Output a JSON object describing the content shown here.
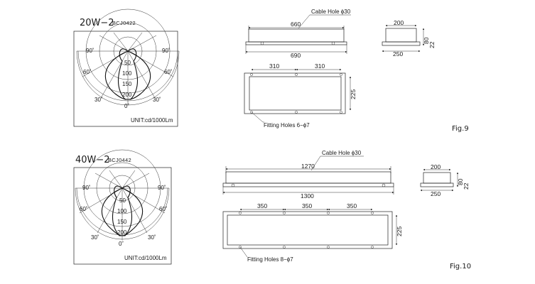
{
  "figures": [
    {
      "title": "20W−2",
      "code": "BCJ0422",
      "polar_rings": [
        "50",
        "100",
        "150",
        "200"
      ],
      "angle_labels": {
        "left_90": "90˚",
        "right_90": "90˚",
        "left_60": "60˚",
        "right_60": "60˚",
        "left_30": "30˚",
        "right_30": "30˚",
        "zero": "0˚"
      },
      "unit": "UNIT:cd/1000Lm",
      "cable_hole": "Cable Hole ϕ30",
      "dim_inner_length": "660",
      "dim_outer_length": "690",
      "dim_side_top": "200",
      "dim_side_bottom": "250",
      "dim_side_h1": "80",
      "dim_side_h2": "22",
      "dim_bottom_spacings": [
        "310",
        "310"
      ],
      "dim_width": "225",
      "fitting_holes": "Fitting Holes 6−ϕ7",
      "fig_label": "Fig.9"
    },
    {
      "title": "40W−2",
      "code": "BCJ0442",
      "polar_rings": [
        "50",
        "100",
        "150",
        "200"
      ],
      "angle_labels": {
        "left_90": "90˚",
        "right_90": "90˚",
        "left_60": "60˚",
        "right_60": "60˚",
        "left_30": "30˚",
        "right_30": "30˚",
        "zero": "0˚"
      },
      "unit": "UNIT:cd/1000Lm",
      "cable_hole": "Cable Hole ϕ30",
      "dim_inner_length": "1270",
      "dim_outer_length": "1300",
      "dim_side_top": "200",
      "dim_side_bottom": "250",
      "dim_side_h1": "80",
      "dim_side_h2": "22",
      "dim_bottom_spacings": [
        "350",
        "350",
        "350"
      ],
      "dim_width": "225",
      "fitting_holes": "Fitting Holes 8−ϕ7",
      "fig_label": "Fig.10"
    }
  ]
}
